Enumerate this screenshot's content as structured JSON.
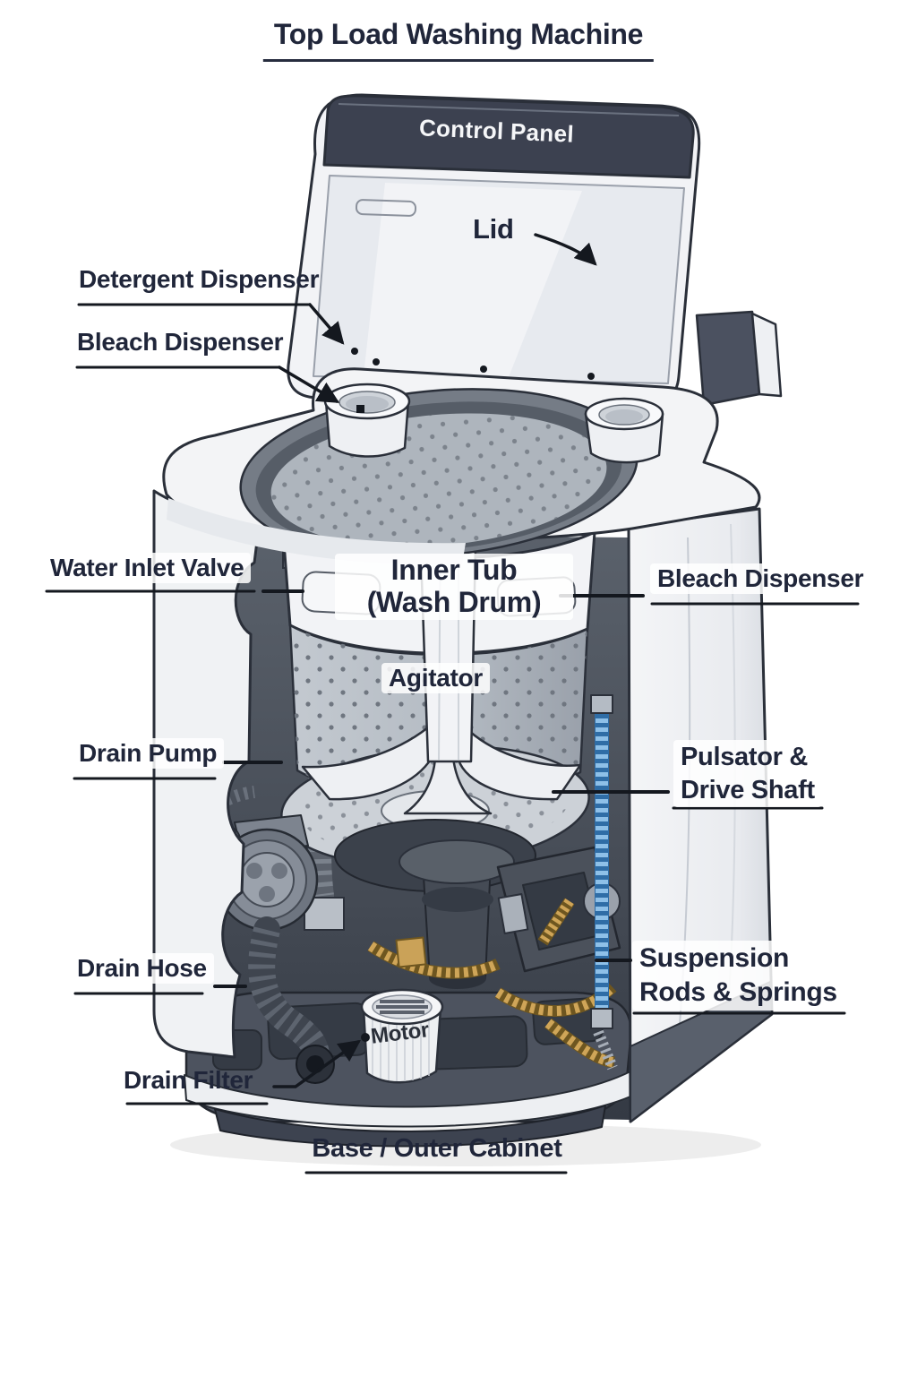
{
  "title": "Top Load Washing Machine",
  "labels": {
    "control_panel": "Control Panel",
    "lid": "Lid",
    "detergent_dispenser": "Detergent Dispenser",
    "bleach_dispenser_left": "Bleach Dispenser",
    "water_inlet_valve": "Water Inlet Valve",
    "inner_tub": "Inner Tub",
    "inner_tub_sub": "(Wash Drum)",
    "bleach_dispenser_right": "Bleach Dispenser",
    "agitator": "Agitator",
    "drain_pump": "Drain Pump",
    "pulsator": "Pulsator &",
    "pulsator_sub": "Drive Shaft",
    "drain_hose": "Drain Hose",
    "suspension": "Suspension",
    "suspension_sub": "Rods & Springs",
    "motor": "Motor",
    "drain_filter": "Drain Filter",
    "base": "Base / Outer Cabinet"
  },
  "colors": {
    "label_text": "#20263a",
    "leader_line": "#14181f",
    "control_panel_bg": "#3c4150",
    "control_panel_text": "#f5f6f8",
    "cabinet_white": "#f2f3f6",
    "drum_gray": "#b4bbc3",
    "drum_dot": "#6f7680",
    "mechanism_dark": "#3c424d",
    "accent_gold": "#cfa558",
    "accent_blue": "#4e8fc7",
    "base_dark": "#4d535f"
  }
}
